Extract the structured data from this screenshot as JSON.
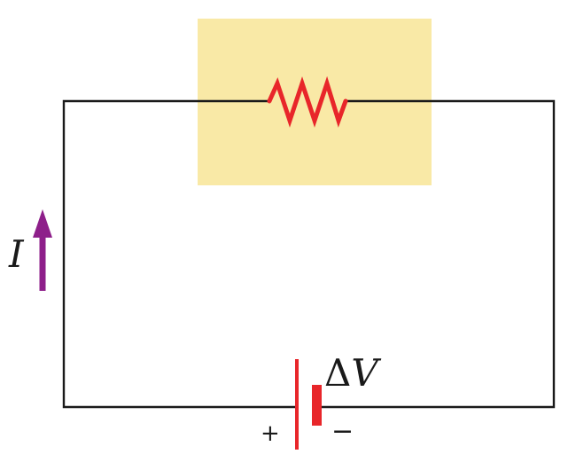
{
  "labels": {
    "current": "I",
    "voltage_delta": "Δ",
    "voltage_symbol": "V",
    "plus": "+",
    "minus": "−"
  },
  "colors": {
    "wire": "#1a1a1a",
    "resistor": "#e8262a",
    "highlight": "#f9e9a6",
    "battery": "#e8262a",
    "current_arrow": "#8e1f8a"
  },
  "components": {
    "resistor_icon": "zigzag-resistor-icon",
    "battery_icon": "battery-cell-icon",
    "arrow_icon": "arrow-up-icon"
  }
}
